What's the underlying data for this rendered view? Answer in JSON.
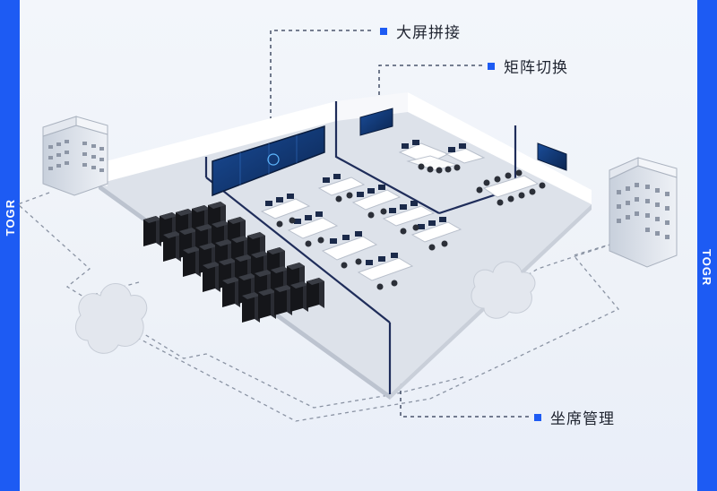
{
  "brand": {
    "left": "TOGR",
    "right": "TOGR",
    "color": "#1d5bf3"
  },
  "labels": {
    "video_wall": "大屏拼接",
    "matrix_switch": "矩阵切换",
    "seat_management": "坐席管理"
  },
  "colors": {
    "accent": "#1d5bf3",
    "wall_line": "#1f2d5a",
    "screen": "#0f2f63"
  }
}
